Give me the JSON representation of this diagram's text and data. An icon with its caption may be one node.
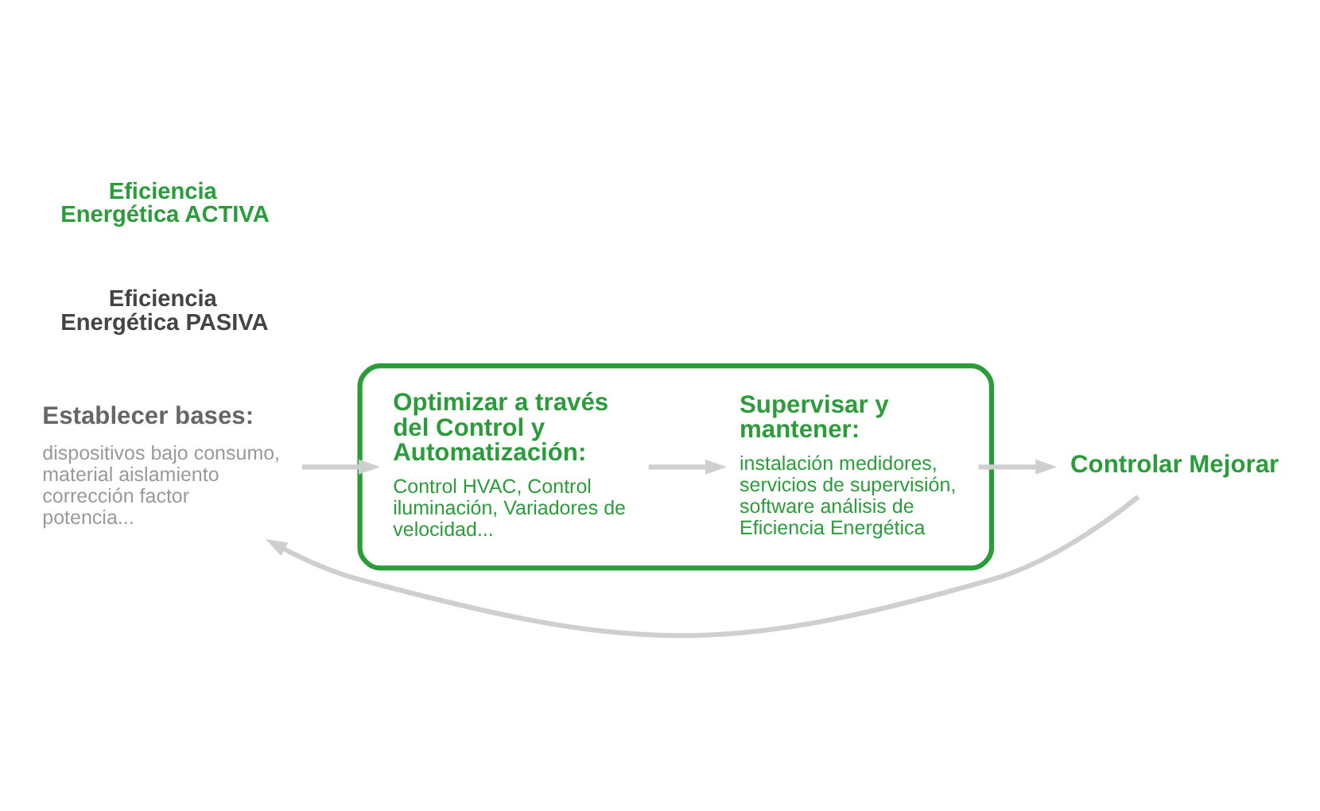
{
  "diagram": {
    "nodes": [
      {
        "text": [
          "Establecer bases:",
          "dispositivos bajo consumo, material aislamiento corrección factor potencia..."
        ]
      },
      {
        "text": [],
        "shape": "box"
      },
      {
        "text": [
          "Optimizar a través del Control y Automatización:",
          "Control HVAC, Control iluminación, Variadores de velocidad..."
        ],
        "in": 1
      },
      {
        "text": [
          "Supervisar y mantener:",
          "instalación medidores, servicios de supervisión, software análisis de Eficiencia Energética"
        ],
        "in": 1
      },
      {
        "text": [
          "Controlar Mejorar"
        ]
      }
    ],
    "edges": [
      {
        "from": 0,
        "to": 2,
        "arrow": "to"
      },
      {
        "from": 2,
        "to": 3,
        "arrow": "to"
      },
      {
        "from": 3,
        "to": 4,
        "arrow": "to"
      },
      {
        "from": 4,
        "to": 0,
        "arrow": "to"
      }
    ],
    "labels": [
      "Eficiencia Energética PASIVA",
      "Eficiencia Energética ACTIVA"
    ]
  }
}
